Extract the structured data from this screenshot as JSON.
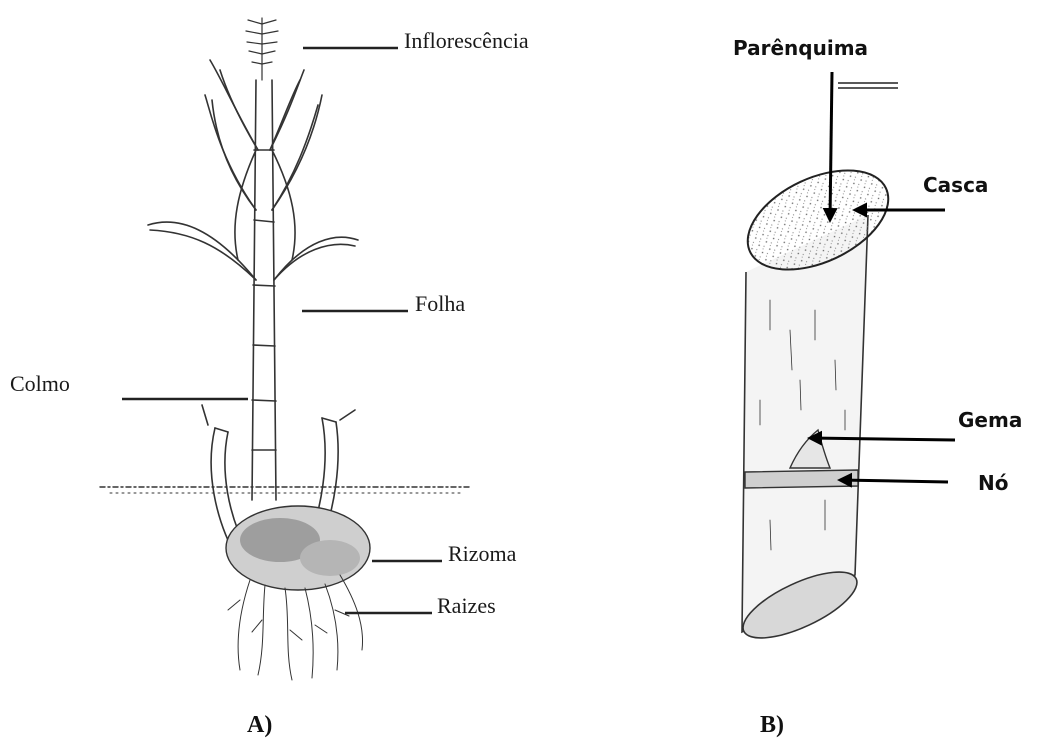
{
  "panel_a": {
    "caption": "A)",
    "labels": {
      "inflorescence": "Inflorescência",
      "leaf": "Folha",
      "stalk": "Colmo",
      "rhizome": "Rizoma",
      "roots": "Raizes"
    }
  },
  "panel_b": {
    "caption": "B)",
    "labels": {
      "parenchyma": "Parênquima",
      "bark": "Casca",
      "bud": "Gema",
      "node": "Nó"
    }
  }
}
